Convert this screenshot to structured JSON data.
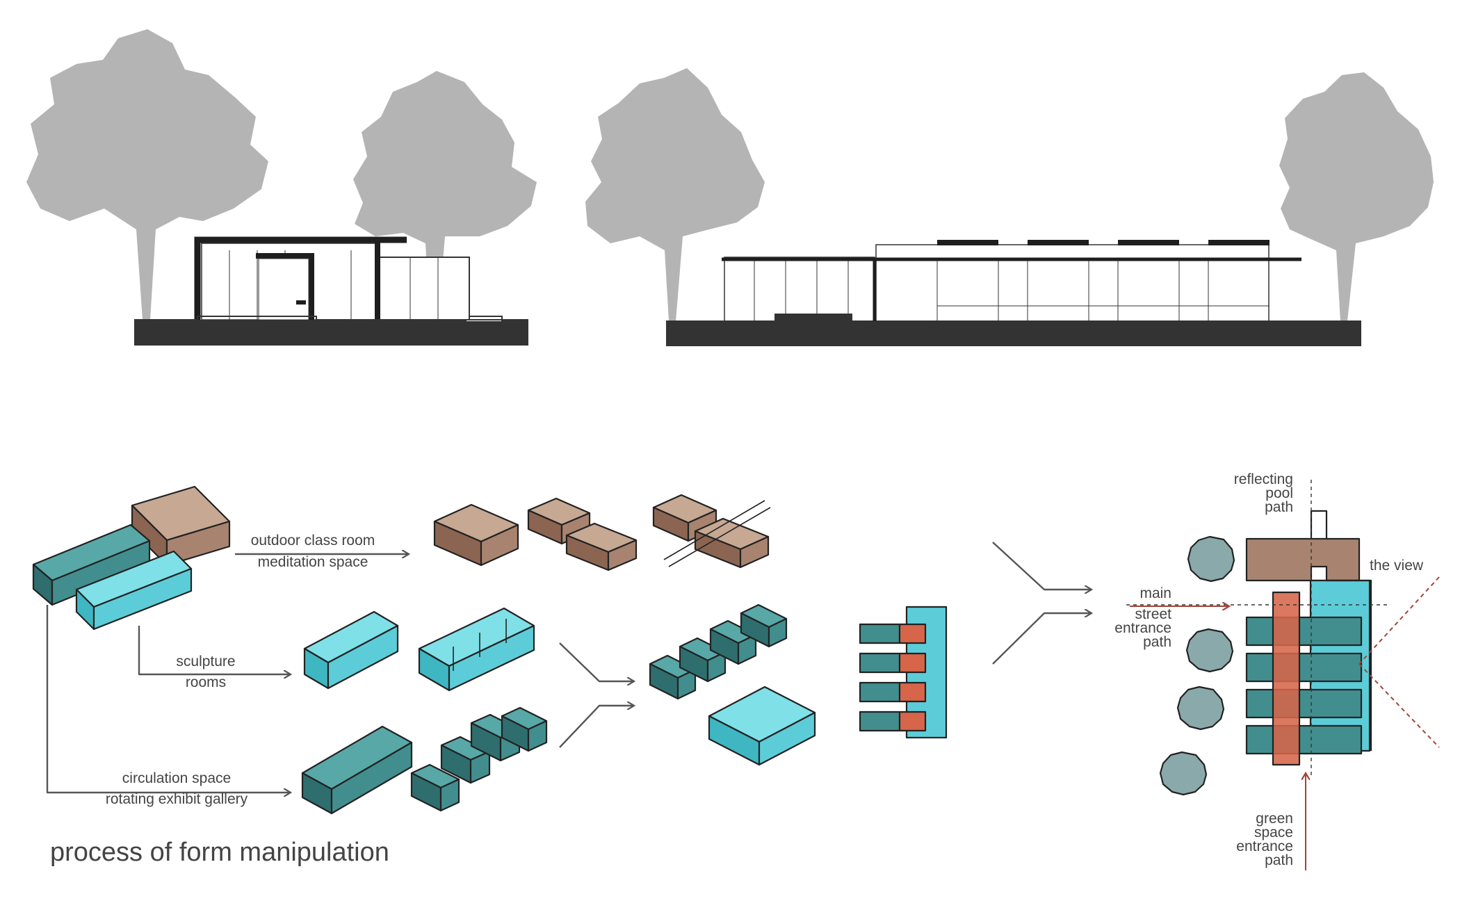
{
  "title": "process of form manipulation",
  "labels": {
    "outdoor_line1": "outdoor class room",
    "outdoor_line2": "meditation space",
    "sculpture_line1": "sculpture",
    "sculpture_line2": "rooms",
    "circulation_line1": "circulation space",
    "circulation_line2": "rotating exhibit gallery",
    "reflecting_1": "reflecting",
    "reflecting_2": "pool",
    "reflecting_3": "path",
    "the_view": "the view",
    "main": "main",
    "street_1": "street",
    "street_2": "entrance",
    "street_3": "path",
    "green_1": "green",
    "green_2": "space",
    "green_3": "entrance",
    "green_4": "path"
  },
  "colors": {
    "brown": "#a88470",
    "teal_dark": "#428e8e",
    "teal_light": "#5ccdd8",
    "orange": "#d6654a",
    "tree_gray": "#b4b4b4",
    "ground": "#333333",
    "arrow_gray": "#555555",
    "red_line": "#a0443c"
  }
}
